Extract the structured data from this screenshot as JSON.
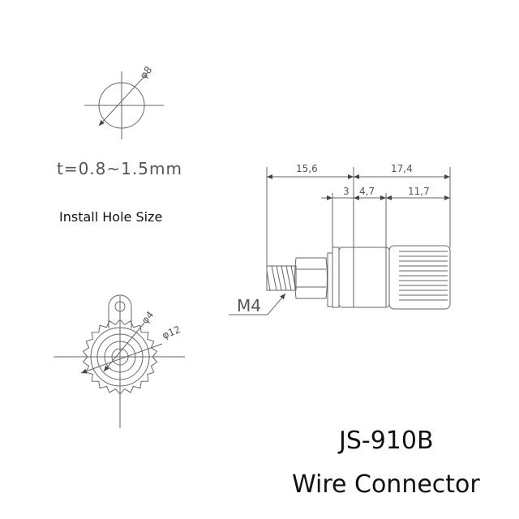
{
  "hole_diagram": {
    "diameter_label": "φ8",
    "thickness_label": "t=0.8~1.5mm",
    "caption": "Install Hole Size"
  },
  "front_view": {
    "inner_diameter_label": "φ4",
    "outer_diameter_label": "φ12"
  },
  "side_view": {
    "thread_label": "M4",
    "dimensions": [
      "15,6",
      "17,4",
      "3",
      "4,7",
      "11,7"
    ]
  },
  "product": {
    "model": "JS-910B",
    "name": "Wire Connector"
  },
  "colors": {
    "line": "#666666",
    "text": "#111111"
  }
}
